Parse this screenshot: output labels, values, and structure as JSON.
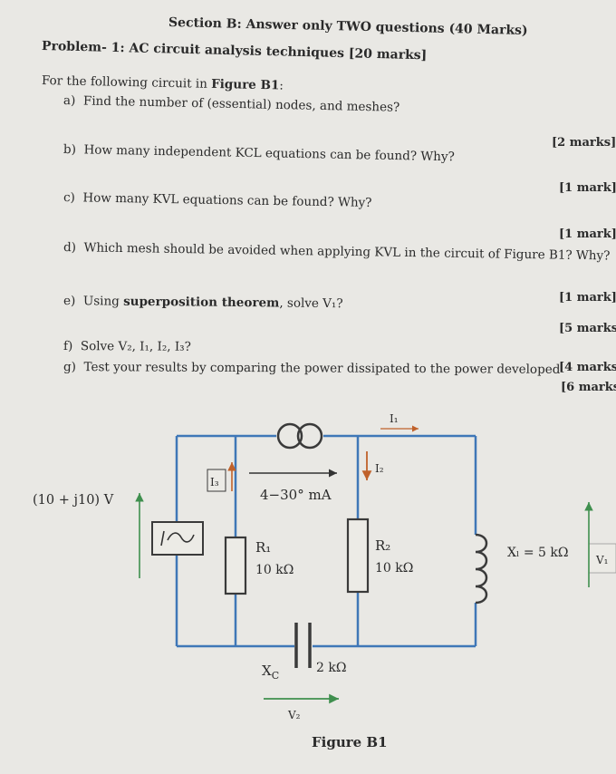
{
  "header": {
    "section": "Section B: Answer only TWO questions (40 Marks)",
    "problem": "Problem- 1: AC circuit analysis techniques [20 marks]",
    "intro_prefix": "For the following circuit in ",
    "intro_figure": "Figure B1",
    "intro_suffix": ":"
  },
  "questions": [
    {
      "id": "a)",
      "text": "Find the number of (essential) nodes, and meshes?",
      "marks": "[2 marks]"
    },
    {
      "id": "b)",
      "text": "How many independent KCL equations can be found? Why?",
      "marks": "[1 mark]"
    },
    {
      "id": "c)",
      "text": "How many KVL equations can be found? Why?",
      "marks": "[1 mark]"
    },
    {
      "id": "d)",
      "text": "Which mesh should be avoided when applying KVL in the circuit of Figure B1? Why?",
      "marks": "[1 mark]"
    },
    {
      "id": "e)",
      "text_prefix": "Using ",
      "text_bold": "superposition theorem",
      "text_suffix": ", solve V₁?",
      "marks": "[5 marks]"
    },
    {
      "id": "f)",
      "text": "Solve V₂, I₁, I₂, I₃?",
      "marks": "[4 marks]"
    },
    {
      "id": "g)",
      "text": "Test your results by comparing the power dissipated to the power developed",
      "marks": "[6 marks"
    }
  ],
  "circuit": {
    "figure_caption": "Figure B1",
    "voltage_source_label": "(10 + j10) V",
    "current_source_label": "4−30° mA",
    "r1_name": "R₁",
    "r1_value": "10 kΩ",
    "r2_name": "R₂",
    "r2_value": "10 kΩ",
    "xc_name": "X",
    "xc_sub": "C",
    "xc_value": "2 kΩ",
    "xl_label": "Xₗ = 5 kΩ",
    "i1": "I₁",
    "i2": "I₂",
    "i3": "I₃",
    "v1": "V₁",
    "v2": "V₂",
    "wire_color": "#3f77b7",
    "component_color": "#3a3a3a",
    "arrow_color": "#3f8f4e",
    "current_arrow_color": "#c0612a"
  }
}
